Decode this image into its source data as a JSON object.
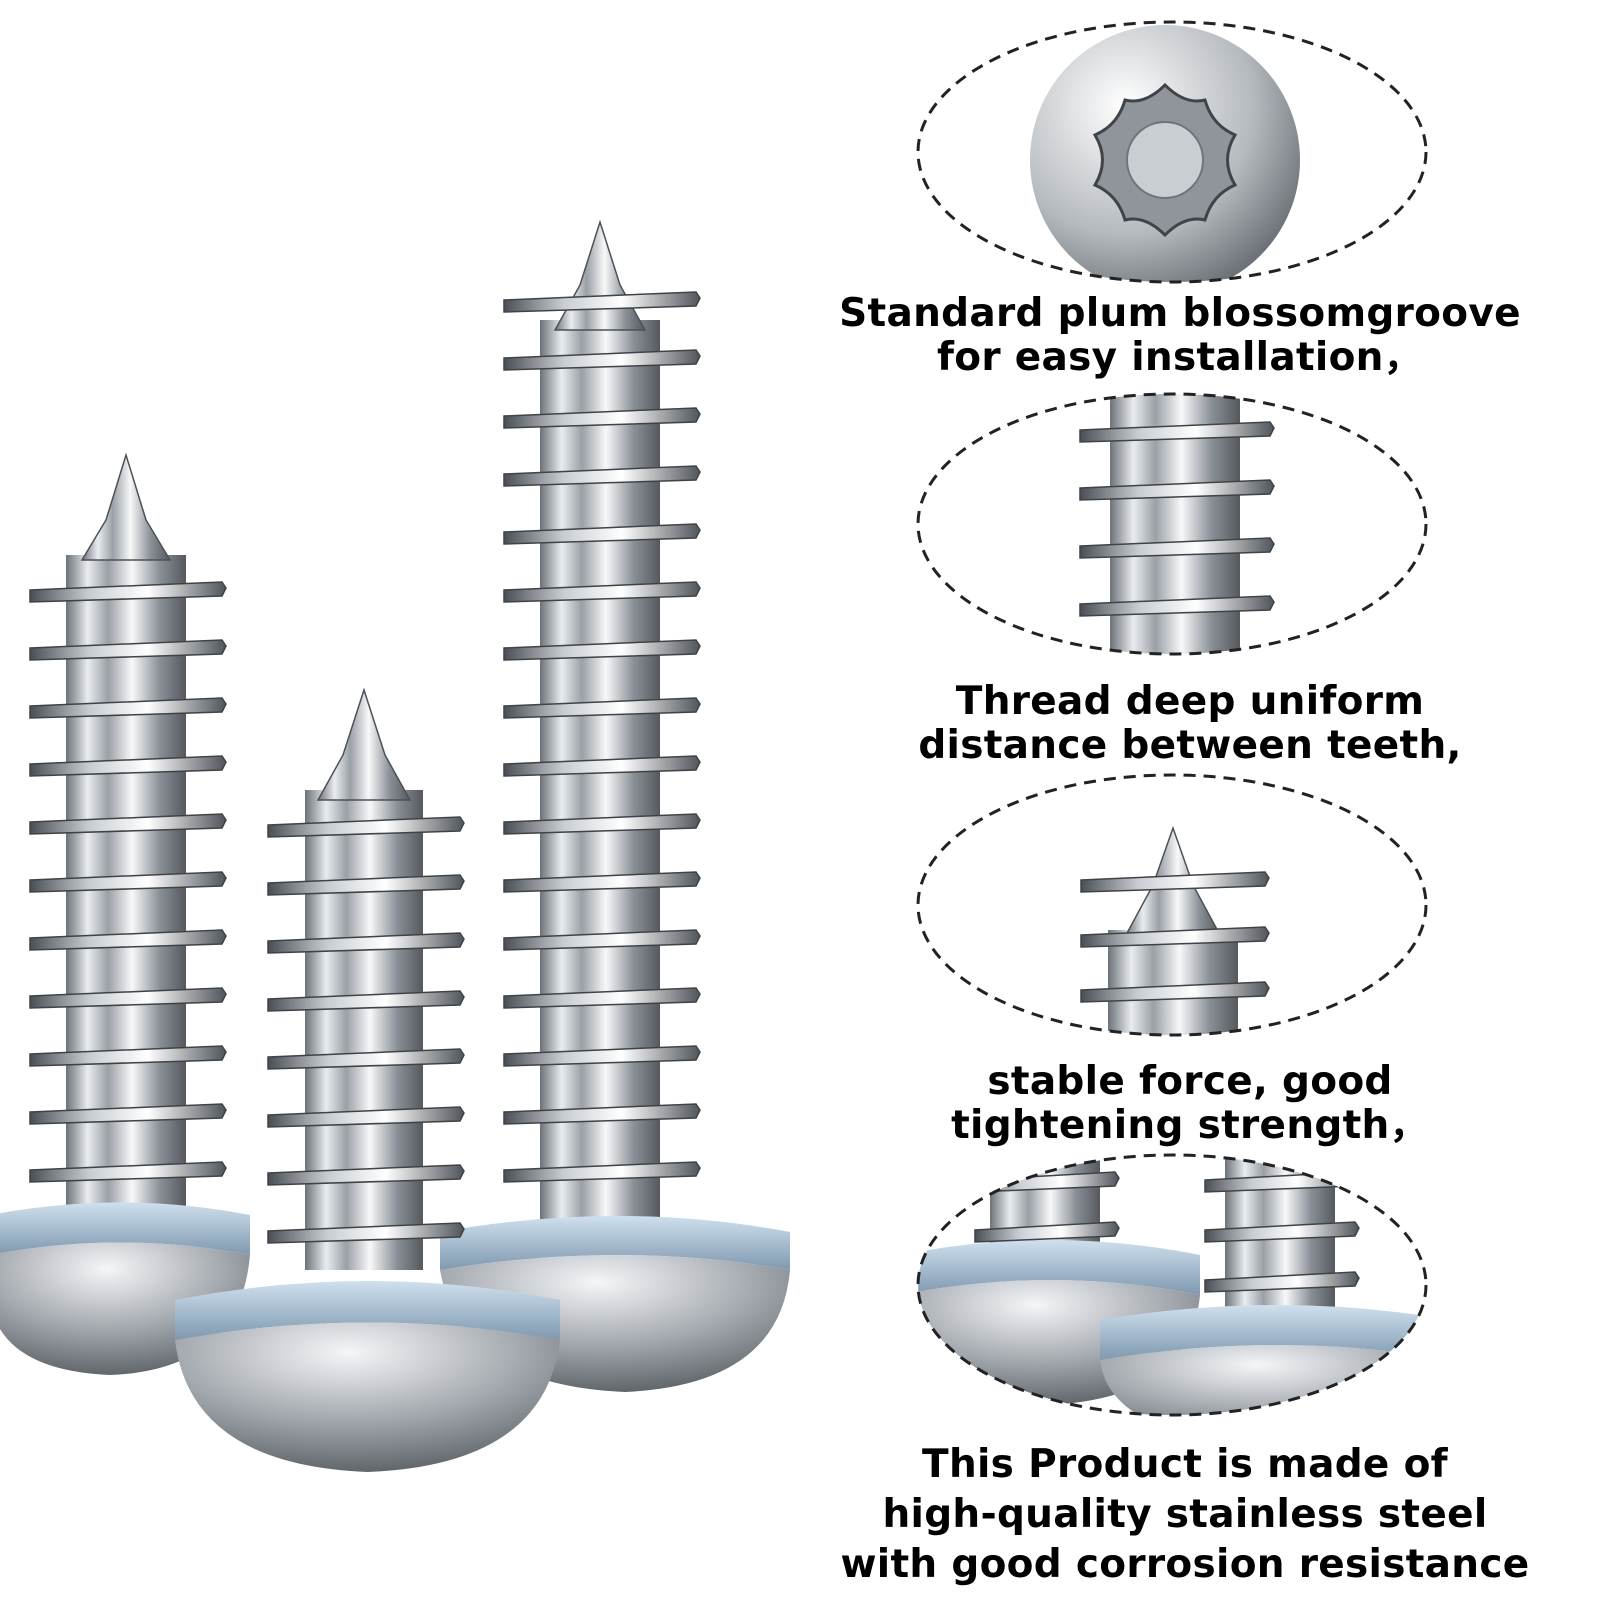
{
  "product_image": {
    "background": "#ffffff",
    "metal_color": "#b9bdc2",
    "metal_dark": "#5f656c",
    "metal_light": "#f4f6f8",
    "screw_count": 3
  },
  "callouts": [
    {
      "name": "plum-blossom-groove",
      "icon": "torx-head-icon",
      "text_lines": [
        "Standard plum blossomgroove",
        "for easy installation，"
      ]
    },
    {
      "name": "thread-detail",
      "icon": "thread-icon",
      "text_lines": [
        "Thread deep uniform",
        "distance between teeth,"
      ]
    },
    {
      "name": "tip-detail",
      "icon": "screw-tip-icon",
      "text_lines": [
        "stable force, good",
        "tightening strength，"
      ]
    },
    {
      "name": "material-detail",
      "icon": "screw-heads-icon",
      "text_lines": [
        "This Product is made of",
        "high-quality stainless steel",
        "with good corrosion resistance"
      ]
    }
  ]
}
